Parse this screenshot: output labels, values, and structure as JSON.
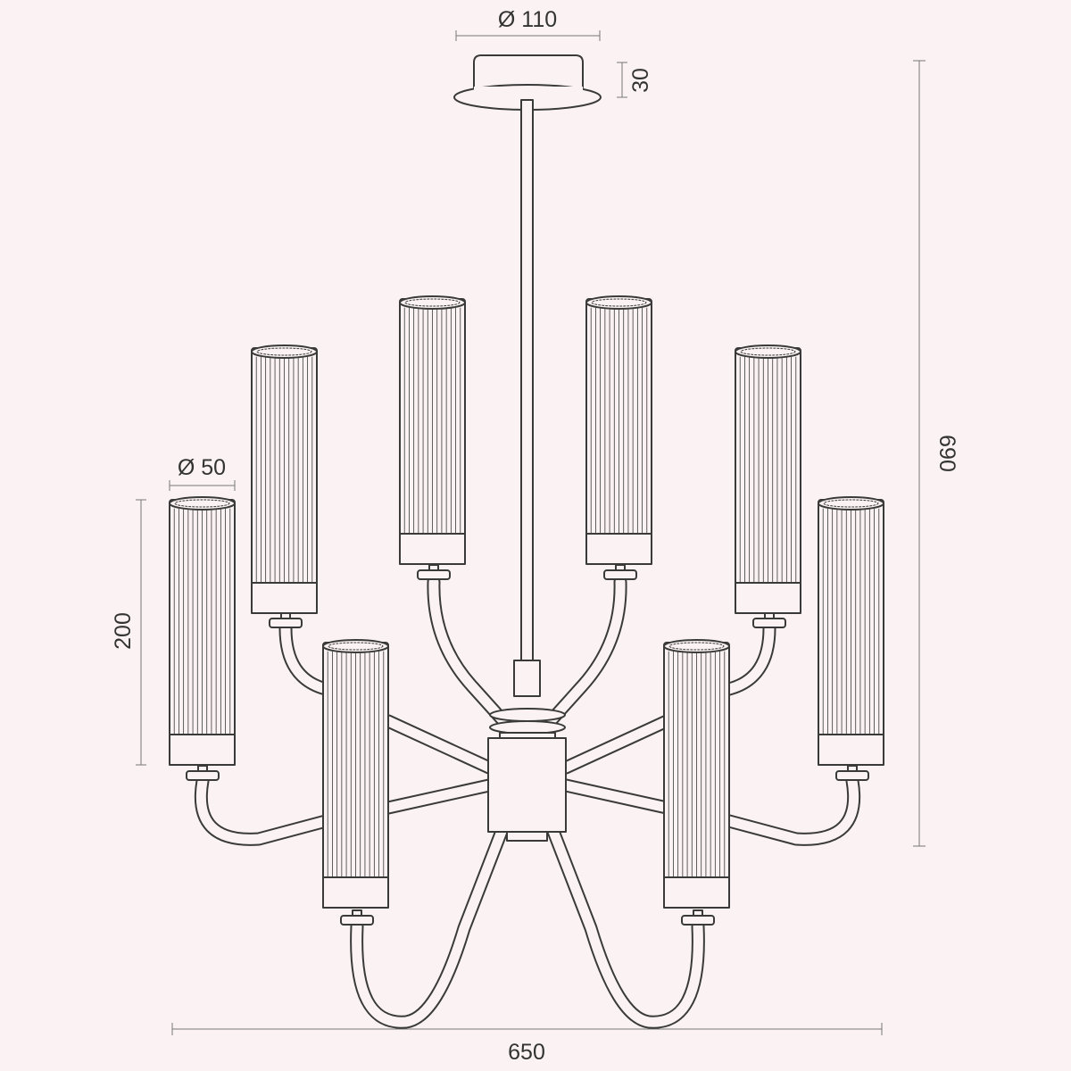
{
  "dimensions": {
    "canopy_diameter": "Ø 110",
    "canopy_height": "30",
    "shade_diameter": "Ø 50",
    "shade_height": "200",
    "total_width": "650",
    "total_height": "690"
  },
  "colors": {
    "background": "#fbf3f3",
    "line": "#3a3a3a",
    "dimension_line": "#777777",
    "text": "#333333",
    "fill": "#fbf3f3"
  }
}
